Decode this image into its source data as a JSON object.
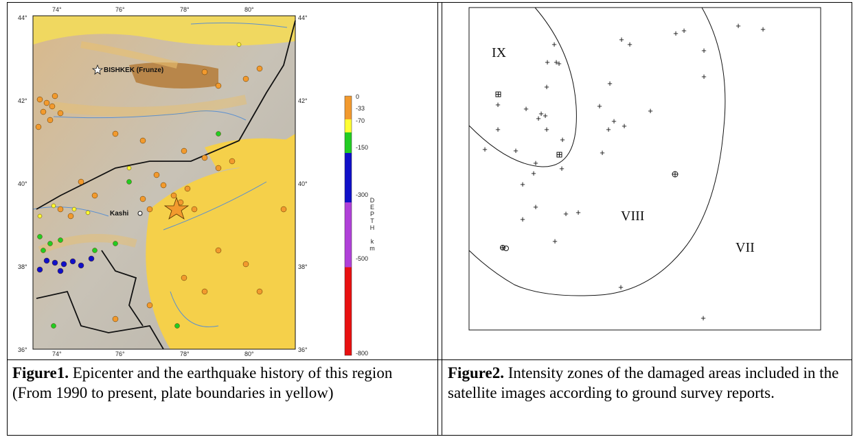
{
  "figure1": {
    "caption_bold": "Figure1.",
    "caption_text": " Epicenter and the earthquake history of this region (From 1990 to present, plate boundaries in yellow)",
    "lon_ticks": [
      "74°",
      "76°",
      "78°",
      "80°"
    ],
    "lat_ticks": [
      "44°",
      "42°",
      "40°",
      "38°",
      "36°"
    ],
    "city1": "BISHKEK (Frunze)",
    "city2": "Kashi",
    "legend_ticks": [
      "0",
      "-33",
      "-70",
      "-150",
      "-300",
      "-500",
      "-800"
    ],
    "legend_title": "DEPTH   km",
    "colors": {
      "shallow": "#f29a2e",
      "mid": "#ffff33",
      "green": "#22cc22",
      "blue": "#1010c8",
      "purple": "#b040d8",
      "red": "#e81010",
      "basin": "#f5d04a"
    }
  },
  "figure2": {
    "caption_bold": "Figure2.",
    "caption_text": " Intensity zones of the damaged areas included in the satellite images according to ground survey reports.",
    "zones": [
      "IX",
      "VIII",
      "VII"
    ]
  }
}
